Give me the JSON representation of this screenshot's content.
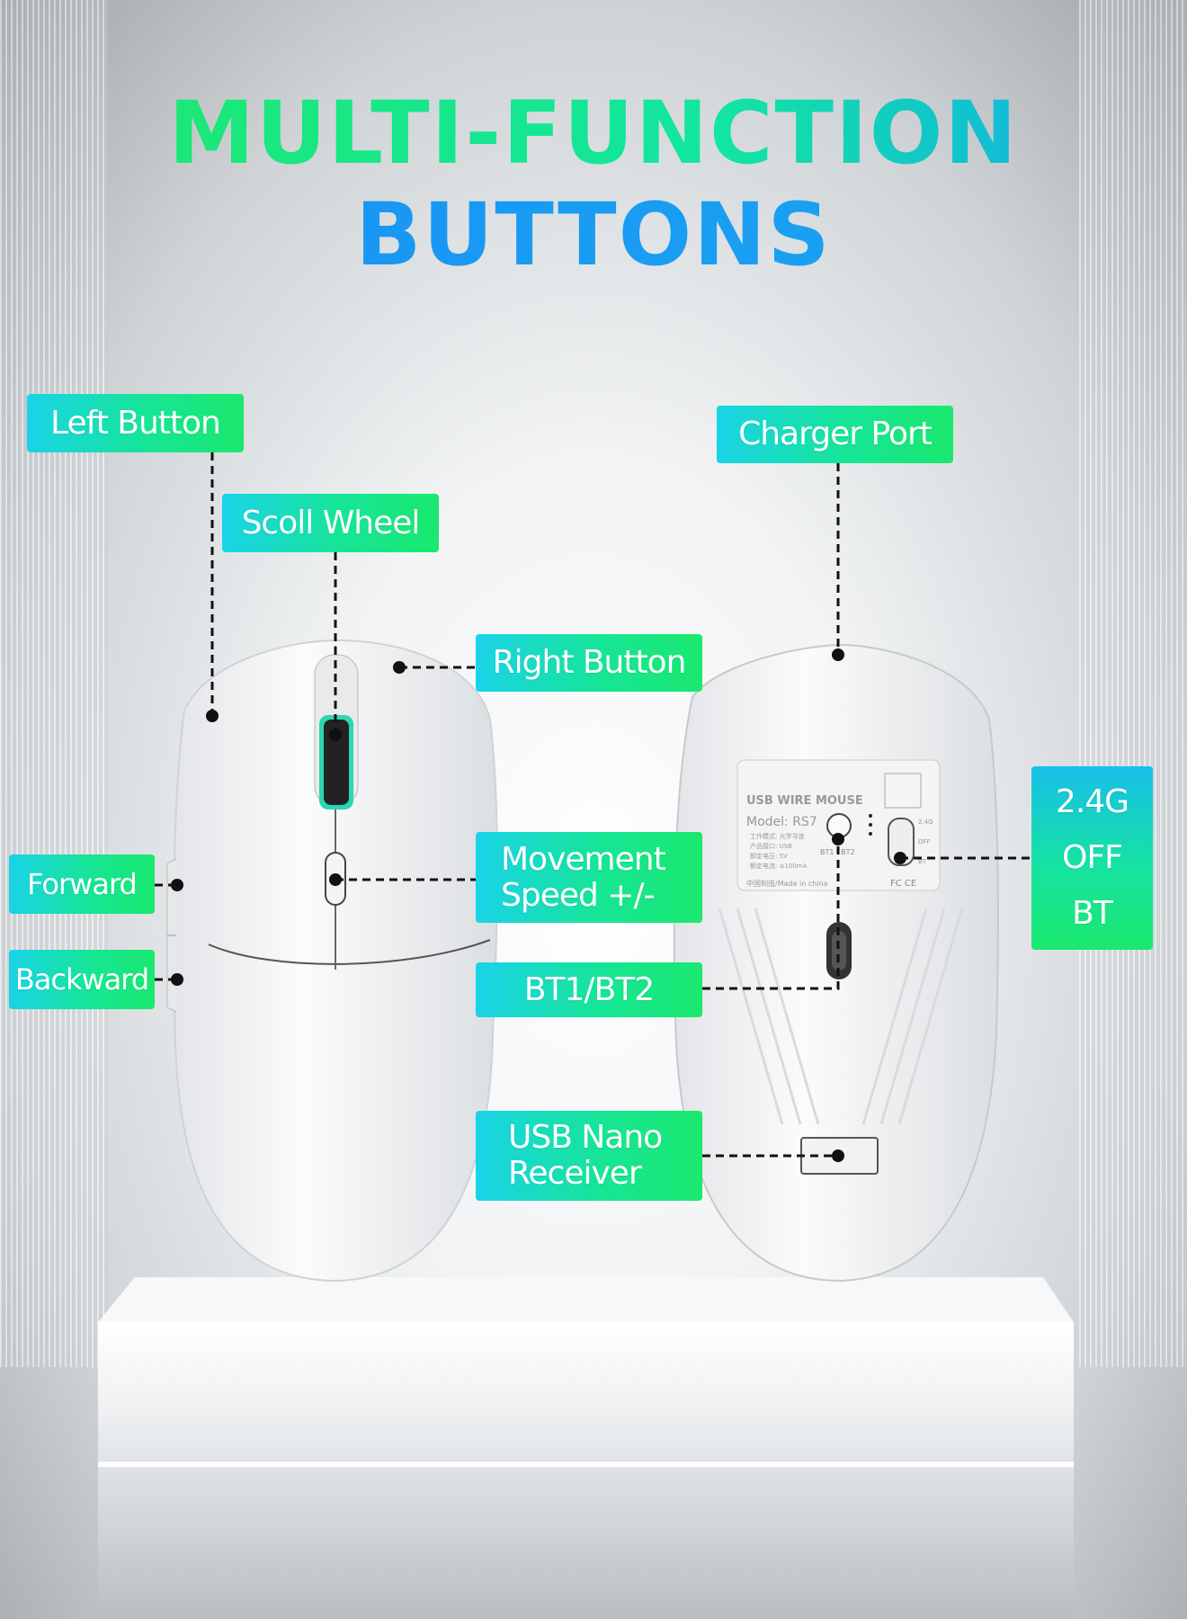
{
  "title": {
    "line1": "MULTI-FUNCTION",
    "line2": "BUTTONS"
  },
  "labels": {
    "left_button": "Left Button",
    "scroll_wheel": "Scoll Wheel",
    "right_button": "Right Button",
    "forward": "Forward",
    "backward": "Backward",
    "movement_speed": [
      "Movement",
      "Speed +/-"
    ],
    "charger_port": "Charger Port",
    "mode_switch": [
      "2.4G",
      "OFF",
      "BT"
    ],
    "bt_switch": "BT1/BT2",
    "usb_receiver": [
      "USB Nano",
      "Receiver"
    ]
  },
  "bottom_sticker": {
    "product": "USB WIRE MOUSE",
    "model": "Model: RS7",
    "specs": [
      "工作模式: 光学寻迹",
      "产品接口: USB",
      "额定电压: 5V",
      "额定电流: ≤100mA"
    ],
    "origin": "中国制造/Made in china",
    "bt_marks": "BT1 · BT2",
    "switch_marks": [
      "2.4G",
      "OFF",
      "BT"
    ],
    "certs": "FC CE"
  },
  "colors": {
    "label_green": "#16e596",
    "label_cyan": "#1ad3e8",
    "title_blue": "#1890f5",
    "title_green": "#1ee86a"
  }
}
